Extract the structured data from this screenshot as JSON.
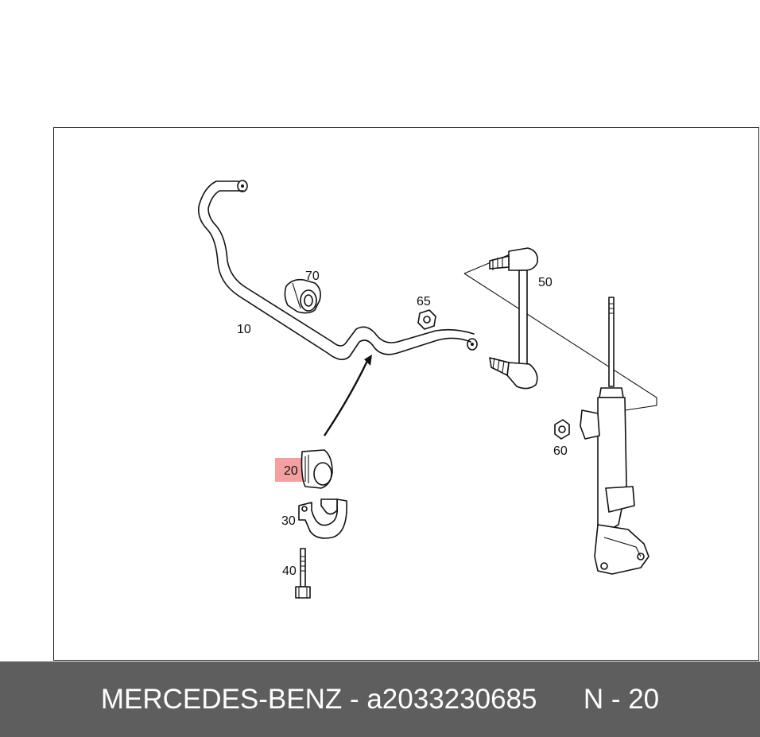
{
  "diagram": {
    "callouts": {
      "c10": "10",
      "c20": "20",
      "c30": "30",
      "c40": "40",
      "c50": "50",
      "c60": "60",
      "c65": "65",
      "c70": "70"
    },
    "highlight_color": "#f08080"
  },
  "caption": {
    "brand": "MERCEDES-BENZ",
    "separator": " - ",
    "part_number": "a2033230685",
    "position_label": "N - 20"
  }
}
